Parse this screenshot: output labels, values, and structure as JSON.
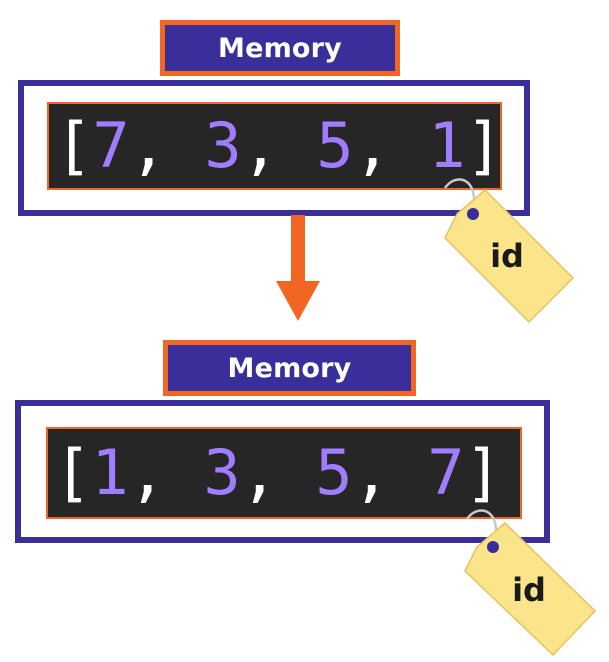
{
  "top": {
    "label": "Memory",
    "list": {
      "open": "[",
      "close": "]",
      "values": [
        "7",
        "3",
        "5",
        "1"
      ],
      "separator": ", "
    },
    "tag": "id"
  },
  "bottom": {
    "label": "Memory",
    "list": {
      "open": "[",
      "close": "]",
      "values": [
        "1",
        "3",
        "5",
        "7"
      ],
      "separator": ", "
    },
    "tag": "id"
  },
  "colors": {
    "frame": "#3a2f9a",
    "accent": "#f26522",
    "code_bg": "#262626",
    "number": "#a07dff",
    "tag_fill": "#fce48a",
    "tag_stroke": "#e6c35a"
  }
}
